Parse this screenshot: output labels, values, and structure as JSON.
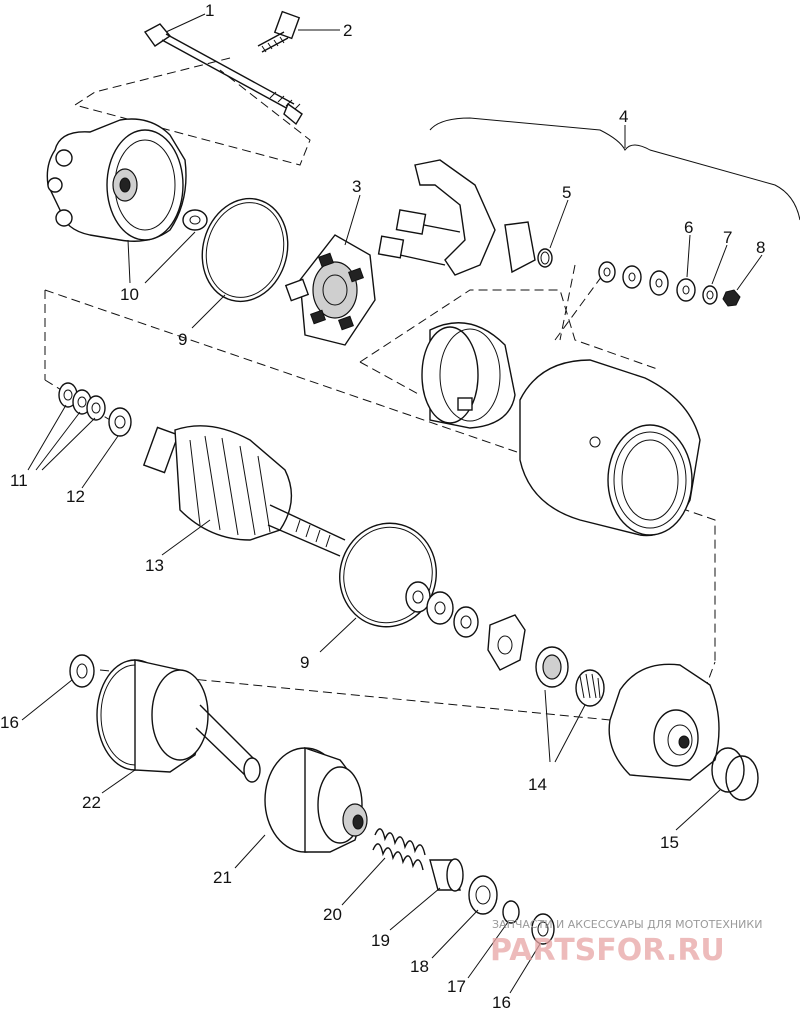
{
  "callouts": {
    "c1": "1",
    "c2": "2",
    "c3": "3",
    "c4": "4",
    "c5": "5",
    "c6": "6",
    "c7": "7",
    "c8": "8",
    "c9a": "9",
    "c9b": "9",
    "c10": "10",
    "c11": "11",
    "c12": "12",
    "c13": "13",
    "c14": "14",
    "c15": "15",
    "c16a": "16",
    "c16b": "16",
    "c17": "17",
    "c18": "18",
    "c19": "19",
    "c20": "20",
    "c21": "21",
    "c22": "22"
  },
  "watermark": {
    "caption": "ЗАПЧАСТИ И АКСЕССУАРЫ ДЛЯ МОТОТЕХНИКИ",
    "logo": "PARTSFOR.RU"
  }
}
